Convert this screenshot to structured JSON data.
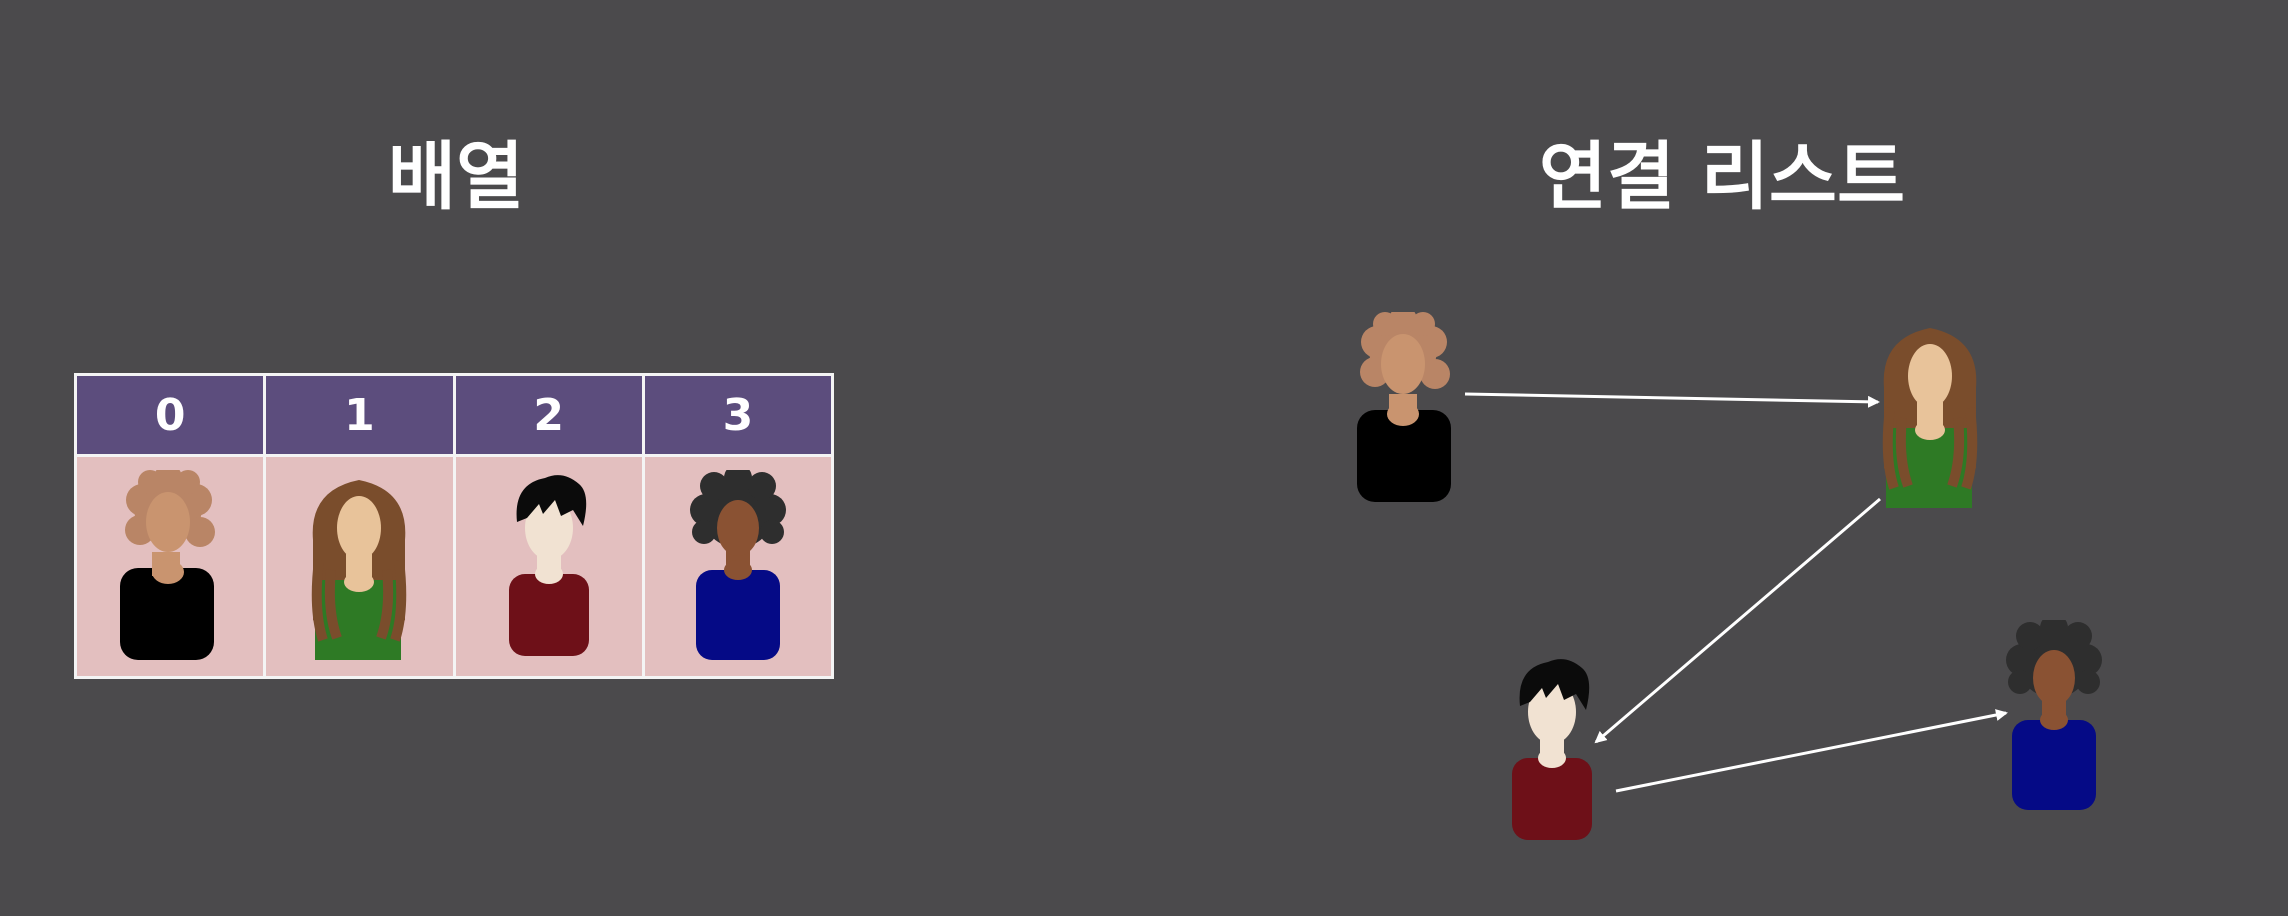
{
  "array_title": "배열",
  "list_title": "연결 리스트",
  "indices": [
    "0",
    "1",
    "2",
    "3"
  ],
  "people": [
    {
      "name": "curly-light-person",
      "hair": "#b98566",
      "skin": "#c9946f",
      "shirt": "#000000"
    },
    {
      "name": "long-hair-person",
      "hair": "#7a4d2c",
      "skin": "#e8c39a",
      "shirt": "#2e7a25"
    },
    {
      "name": "short-black-hair-person",
      "hair": "#0b0b0b",
      "skin": "#f1e2d2",
      "shirt": "#6e1018"
    },
    {
      "name": "afro-person",
      "hair": "#2e2e2e",
      "skin": "#8a5233",
      "shirt": "#050a86"
    }
  ],
  "colors": {
    "background": "#4b4a4c",
    "index_header": "#5c4d7d",
    "cell": "#e3bfbf",
    "border": "#f4f4f4",
    "arrow": "#ffffff"
  }
}
